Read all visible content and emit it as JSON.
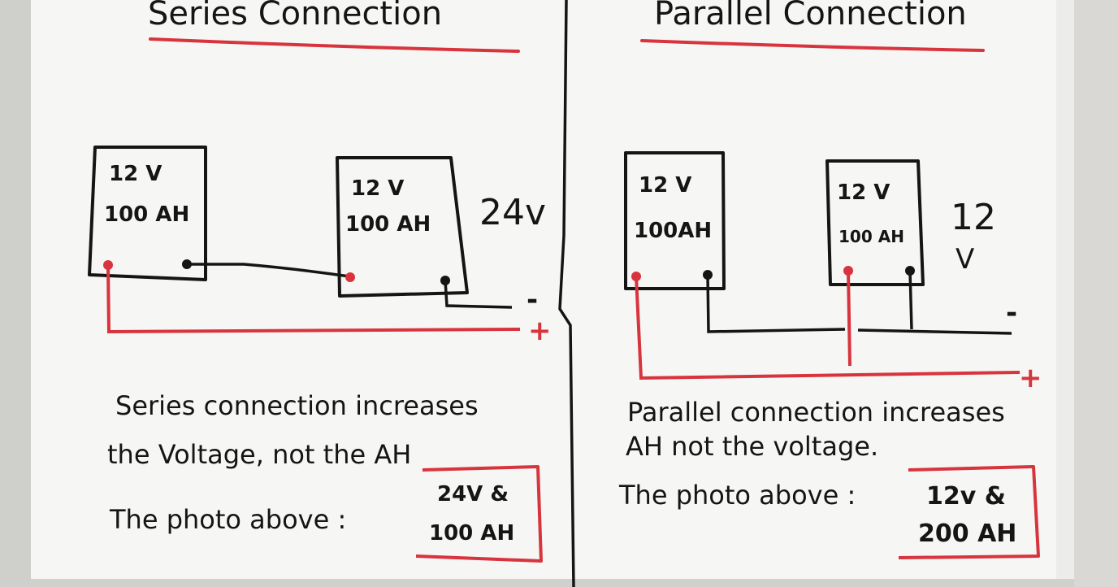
{
  "series": {
    "title": "Series Connection",
    "battery_a": {
      "voltage": "12 V",
      "capacity": "100 AH"
    },
    "battery_b": {
      "voltage": "12 V",
      "capacity": "100 AH"
    },
    "total": "24v",
    "minus": "-",
    "plus": "+",
    "note_line1": "Series connection increases",
    "note_line2": "the Voltage, not the AH",
    "photo_label": "The photo above :",
    "result_line1": "24V &",
    "result_line2": "100 AH"
  },
  "parallel": {
    "title": "Parallel Connection",
    "battery_a": {
      "voltage": "12 V",
      "capacity": "100AH"
    },
    "battery_b": {
      "voltage": "12 V",
      "capacity": "100 AH"
    },
    "total_line1": "12",
    "total_line2": "V",
    "minus": "-",
    "plus": "+",
    "note_line1": "Parallel connection increases",
    "note_line2": "AH not the voltage.",
    "photo_label": "The photo above :",
    "result_line1": "12v &",
    "result_line2": "200 AH"
  },
  "colors": {
    "ink": "#151515",
    "marker_red": "#d8343e",
    "board": "#f6f6f4",
    "frame": "#cfcfcc"
  }
}
